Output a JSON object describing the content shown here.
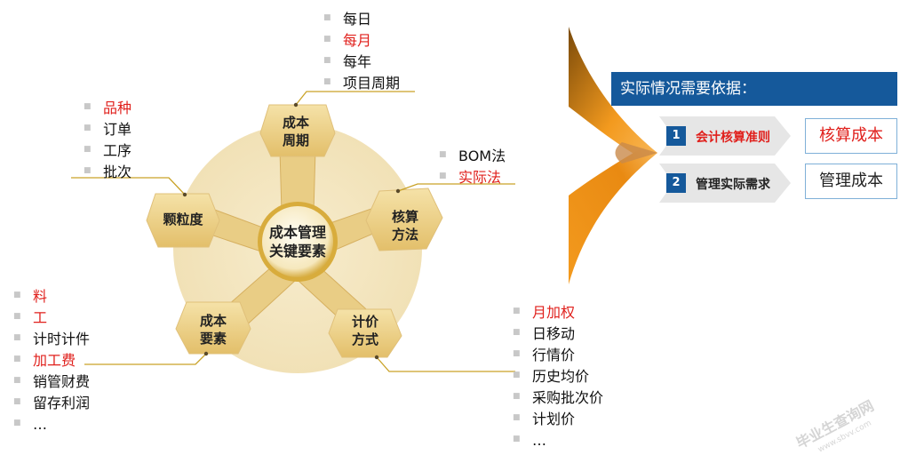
{
  "diagram": {
    "center": {
      "line1": "成本管理",
      "line2": "关键要素"
    },
    "nodes": [
      {
        "id": "period",
        "line1": "成本",
        "line2": "周期"
      },
      {
        "id": "method",
        "line1": "核算",
        "line2": "方法"
      },
      {
        "id": "pricing",
        "line1": "计价",
        "line2": "方式"
      },
      {
        "id": "elements",
        "line1": "成本",
        "line2": "要素"
      },
      {
        "id": "granularity",
        "line1": "颗粒度",
        "line2": ""
      }
    ],
    "lists": {
      "period": [
        {
          "text": "每日",
          "highlight": false
        },
        {
          "text": "每月",
          "highlight": true
        },
        {
          "text": "每年",
          "highlight": false
        },
        {
          "text": "项目周期",
          "highlight": false
        }
      ],
      "granularity": [
        {
          "text": "品种",
          "highlight": true
        },
        {
          "text": "订单",
          "highlight": false
        },
        {
          "text": "工序",
          "highlight": false
        },
        {
          "text": "批次",
          "highlight": false
        }
      ],
      "method": [
        {
          "text": "BOM法",
          "highlight": false
        },
        {
          "text": "实际法",
          "highlight": true
        }
      ],
      "elements": [
        {
          "text": "料",
          "highlight": true
        },
        {
          "text": "工",
          "highlight": true
        },
        {
          "text": "计时计件",
          "highlight": false
        },
        {
          "text": "加工费",
          "highlight": true
        },
        {
          "text": "销管财费",
          "highlight": false
        },
        {
          "text": "留存利润",
          "highlight": false
        },
        {
          "text": "…",
          "highlight": false
        }
      ],
      "pricing": [
        {
          "text": "月加权",
          "highlight": true
        },
        {
          "text": "日移动",
          "highlight": false
        },
        {
          "text": "行情价",
          "highlight": false
        },
        {
          "text": "历史均价",
          "highlight": false
        },
        {
          "text": "采购批次价",
          "highlight": false
        },
        {
          "text": "计划价",
          "highlight": false
        },
        {
          "text": "…",
          "highlight": false
        }
      ]
    }
  },
  "basis": {
    "title": "实际情况需要依据：",
    "steps": [
      {
        "num": "1",
        "label": "会计核算准则",
        "result": "核算成本",
        "color": "#e0201c"
      },
      {
        "num": "2",
        "label": "管理实际需求",
        "result": "管理成本",
        "color": "#222222"
      }
    ]
  },
  "colors": {
    "red": "#e0201c",
    "gold": "#c9a227",
    "blue": "#15599b",
    "orange": "#f39a1e"
  },
  "watermark": {
    "text": "毕业生查询网",
    "url": "www.sbvv.com"
  }
}
